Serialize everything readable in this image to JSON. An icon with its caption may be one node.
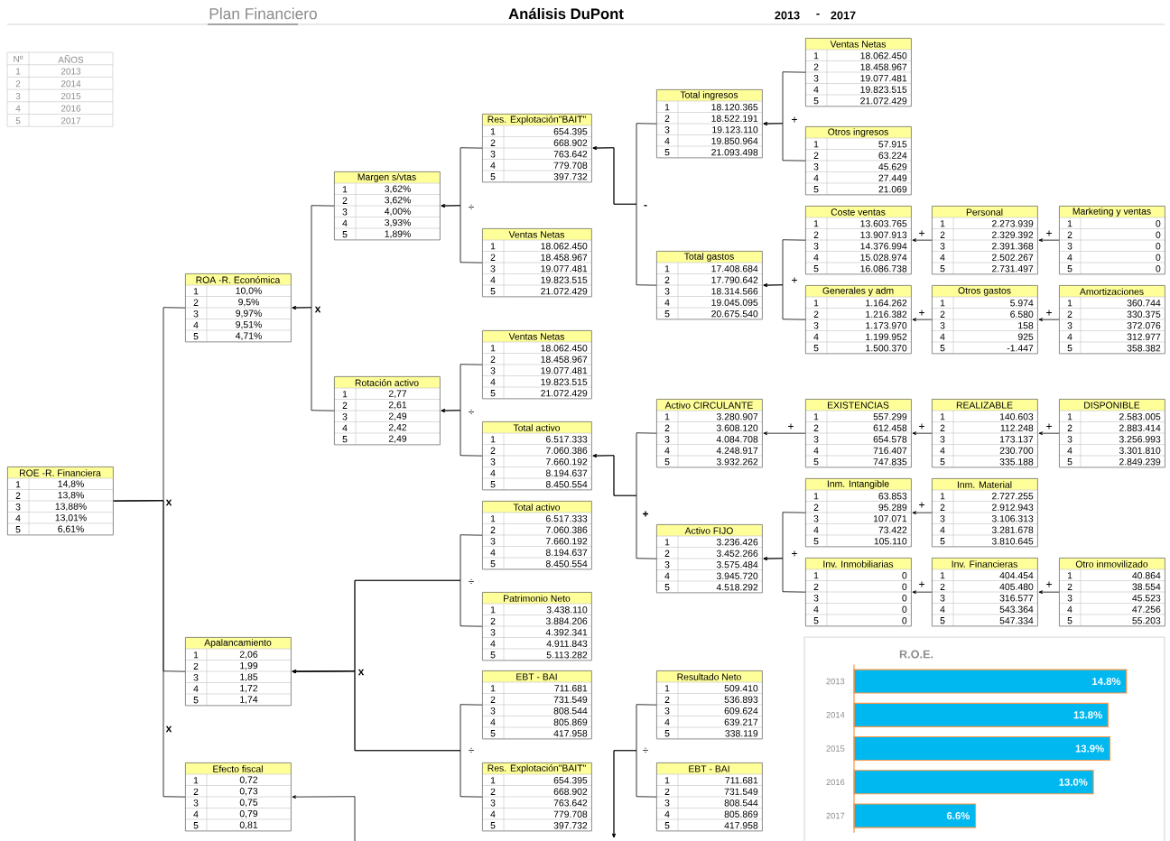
{
  "diagram": {
    "title": "Análisis DuPont",
    "nodes": [
      {
        "text": [
          "ROE -R. Financiera",
          "1",
          "14,8%",
          "2",
          "13,8%",
          "3",
          "13,88%",
          "4",
          "13,01%",
          "5",
          "6,61%"
        ]
      },
      {
        "text": [
          "ROA -R. Económica",
          "1",
          "10,0%",
          "2",
          "9,5%",
          "3",
          "9,97%",
          "4",
          "9,51%",
          "5",
          "4,71%"
        ]
      },
      {
        "text": [
          "Apalancamiento",
          "1",
          "2,06",
          "2",
          "1,99",
          "3",
          "1,85",
          "4",
          "1,72",
          "5",
          "1,74"
        ]
      },
      {
        "text": [
          "Efecto fiscal",
          "1",
          "0,72",
          "2",
          "0,73",
          "3",
          "0,75",
          "4",
          "0,79",
          "5",
          "0,81"
        ]
      },
      {
        "text": [
          "Margen s/vtas",
          "1",
          "3,62%",
          "2",
          "3,62%",
          "3",
          "4,00%",
          "4",
          "3,93%",
          "5",
          "1,89%"
        ]
      },
      {
        "text": [
          "Rotación activo",
          "1",
          "2,77",
          "2",
          "2,61",
          "3",
          "2,49",
          "4",
          "2,42",
          "5",
          "2,49"
        ]
      },
      {
        "text": [
          "Res. Explotación\"BAIT\"",
          "1",
          "654.395",
          "2",
          "668.902",
          "3",
          "763.642",
          "4",
          "779.708",
          "5",
          "397.732"
        ]
      },
      {
        "text": [
          "Ventas Netas",
          "1",
          "18.062.450",
          "2",
          "18.458.967",
          "3",
          "19.077.481",
          "4",
          "19.823.515",
          "5",
          "21.072.429"
        ]
      },
      {
        "text": [
          "Ventas Netas",
          "1",
          "18.062.450",
          "2",
          "18.458.967",
          "3",
          "19.077.481",
          "4",
          "19.823.515",
          "5",
          "21.072.429"
        ]
      },
      {
        "text": [
          "Total activo",
          "1",
          "6.517.333",
          "2",
          "7.060.386",
          "3",
          "7.660.192",
          "4",
          "8.194.637",
          "5",
          "8.450.554"
        ]
      },
      {
        "text": [
          "Total activo",
          "1",
          "6.517.333",
          "2",
          "7.060.386",
          "3",
          "7.660.192",
          "4",
          "8.194.637",
          "5",
          "8.450.554"
        ]
      },
      {
        "text": [
          "Patrimonio Neto",
          "1",
          "3.438.110",
          "2",
          "3.884.206",
          "3",
          "4.392.341",
          "4",
          "4.911.843",
          "5",
          "5.113.282"
        ]
      },
      {
        "text": [
          "EBT - BAI",
          "1",
          "711.681",
          "2",
          "731.549",
          "3",
          "808.544",
          "4",
          "805.869",
          "5",
          "417.958"
        ]
      },
      {
        "text": [
          "Res. Explotación\"BAIT\"",
          "1",
          "654.395",
          "2",
          "668.902",
          "3",
          "763.642",
          "4",
          "779.708",
          "5",
          "397.732"
        ]
      },
      {
        "text": [
          "Total ingresos",
          "1",
          "18.120.365",
          "2",
          "18.522.191",
          "3",
          "19.123.110",
          "4",
          "19.850.964",
          "5",
          "21.093.498"
        ]
      },
      {
        "text": [
          "Total gastos",
          "1",
          "17.408.684",
          "2",
          "17.790.642",
          "3",
          "18.314.566",
          "4",
          "19.045.095",
          "5",
          "20.675.540"
        ]
      },
      {
        "text": [
          "Activo CIRCULANTE",
          "1",
          "3.280.907",
          "2",
          "3.608.120",
          "3",
          "4.084.708",
          "4",
          "4.248.917",
          "5",
          "3.932.262"
        ]
      },
      {
        "text": [
          "Activo FIJO",
          "1",
          "3.236.426",
          "2",
          "3.452.266",
          "3",
          "3.575.484",
          "4",
          "3.945.720",
          "5",
          "4.518.292"
        ]
      },
      {
        "text": [
          "Resultado Neto",
          "1",
          "509.410",
          "2",
          "536.893",
          "3",
          "609.624",
          "4",
          "639.217",
          "5",
          "338.119"
        ]
      },
      {
        "text": [
          "EBT - BAI",
          "1",
          "711.681",
          "2",
          "731.549",
          "3",
          "808.544",
          "4",
          "805.869",
          "5",
          "417.958"
        ]
      },
      {
        "text": [
          "Ventas Netas",
          "1",
          "18.062.450",
          "2",
          "18.458.967",
          "3",
          "19.077.481",
          "4",
          "19.823.515",
          "5",
          "21.072.429"
        ]
      },
      {
        "text": [
          "Otros ingresos",
          "1",
          "57.915",
          "2",
          "63.224",
          "3",
          "45.629",
          "4",
          "27.449",
          "5",
          "21.069"
        ]
      },
      {
        "text": [
          "Coste ventas",
          "1",
          "13.603.765",
          "2",
          "13.907.913",
          "3",
          "14.376.994",
          "4",
          "15.028.974",
          "5",
          "16.086.738"
        ]
      },
      {
        "text": [
          "Generales y adm",
          "1",
          "1.164.262",
          "2",
          "1.216.382",
          "3",
          "1.173.970",
          "4",
          "1.199.952",
          "5",
          "1.500.370"
        ]
      },
      {
        "text": [
          "EXISTENCIAS",
          "1",
          "557.299",
          "2",
          "612.458",
          "3",
          "654.578",
          "4",
          "716.407",
          "5",
          "747.835"
        ]
      },
      {
        "text": [
          "Inm. Intangible",
          "1",
          "63.853",
          "2",
          "95.289",
          "3",
          "107.071",
          "4",
          "73.422",
          "5",
          "105.110"
        ]
      },
      {
        "text": [
          "Inv. Inmobiliarias",
          "1",
          "0",
          "2",
          "0",
          "3",
          "0",
          "4",
          "0",
          "5",
          "0"
        ]
      },
      {
        "text": [
          "Personal",
          "1",
          "2.273.939",
          "2",
          "2.329.392",
          "3",
          "2.391.368",
          "4",
          "2.502.267",
          "5",
          "2.731.497"
        ]
      },
      {
        "text": [
          "Otros gastos",
          "1",
          "5.974",
          "2",
          "6.580",
          "3",
          "158",
          "4",
          "925",
          "5",
          "-1.447"
        ]
      },
      {
        "text": [
          "REALIZABLE",
          "1",
          "140.603",
          "2",
          "112.248",
          "3",
          "173.137",
          "4",
          "230.700",
          "5",
          "335.188"
        ]
      },
      {
        "text": [
          "Inm. Material",
          "1",
          "2.727.255",
          "2",
          "2.912.943",
          "3",
          "3.106.313",
          "4",
          "3.281.678",
          "5",
          "3.810.645"
        ]
      },
      {
        "text": [
          "Inv. Financieras",
          "1",
          "404.454",
          "2",
          "405.480",
          "3",
          "316.577",
          "4",
          "543.364",
          "5",
          "547.334"
        ]
      },
      {
        "text": [
          "Marketing y ventas",
          "1",
          "0",
          "2",
          "0",
          "3",
          "0",
          "4",
          "0",
          "5",
          "0"
        ]
      },
      {
        "text": [
          "Amortizaciones",
          "1",
          "360.744",
          "2",
          "330.375",
          "3",
          "372.076",
          "4",
          "312.977",
          "5",
          "358.382"
        ]
      },
      {
        "text": [
          "DISPONIBLE",
          "1",
          "2.583.005",
          "2",
          "2.883.414",
          "3",
          "3.256.993",
          "4",
          "3.301.810",
          "5",
          "2.849.239"
        ]
      },
      {
        "text": [
          "Otro inmovilizado",
          "1",
          "40.864",
          "2",
          "38.554",
          "3",
          "45.523",
          "4",
          "47.256",
          "5",
          "55.203"
        ]
      }
    ],
    "edges": [
      {
        "from": 1,
        "to": 0,
        "arrow": "none"
      },
      {
        "from": 2,
        "to": 0,
        "arrow": "none"
      },
      {
        "from": 3,
        "to": 0,
        "arrow": "none"
      },
      {
        "from": 4,
        "to": 1,
        "arrow": "to"
      },
      {
        "from": 5,
        "to": 1,
        "arrow": "to"
      },
      {
        "from": 6,
        "to": 4,
        "arrow": "to"
      },
      {
        "from": 7,
        "to": 4,
        "arrow": "to"
      },
      {
        "from": 8,
        "to": 5,
        "arrow": "to"
      },
      {
        "from": 9,
        "to": 5,
        "arrow": "to"
      },
      {
        "from": 14,
        "to": 6,
        "arrow": "to"
      },
      {
        "from": 15,
        "to": 6,
        "arrow": "to"
      },
      {
        "from": 20,
        "to": 14,
        "arrow": "to"
      },
      {
        "from": 21,
        "to": 14,
        "arrow": "to"
      },
      {
        "from": 22,
        "to": 15,
        "arrow": "to"
      },
      {
        "from": 23,
        "to": 15,
        "arrow": "to"
      },
      {
        "from": 27,
        "to": 22,
        "arrow": "to"
      },
      {
        "from": 32,
        "to": 27,
        "arrow": "to"
      },
      {
        "from": 28,
        "to": 23,
        "arrow": "to"
      },
      {
        "from": 33,
        "to": 28,
        "arrow": "to"
      },
      {
        "from": 16,
        "to": 9,
        "arrow": "to"
      },
      {
        "from": 17,
        "to": 9,
        "arrow": "to"
      },
      {
        "from": 24,
        "to": 16,
        "arrow": "to"
      },
      {
        "from": 29,
        "to": 24,
        "arrow": "to"
      },
      {
        "from": 34,
        "to": 29,
        "arrow": "to"
      },
      {
        "from": 25,
        "to": 17,
        "arrow": "to"
      },
      {
        "from": 26,
        "to": 17,
        "arrow": "to"
      },
      {
        "from": 30,
        "to": 25,
        "arrow": "to"
      },
      {
        "from": 31,
        "to": 26,
        "arrow": "to"
      },
      {
        "from": 35,
        "to": 31,
        "arrow": "to"
      },
      {
        "from": 10,
        "to": 2,
        "arrow": "to"
      },
      {
        "from": 11,
        "to": 2,
        "arrow": "to"
      },
      {
        "from": 12,
        "to": 2,
        "arrow": "to"
      },
      {
        "from": 13,
        "to": 2,
        "arrow": "to"
      },
      {
        "from": 18,
        "to": null,
        "arrow": "to"
      },
      {
        "from": 19,
        "to": null,
        "arrow": "to"
      },
      {
        "from": null,
        "to": 3,
        "arrow": "to"
      }
    ],
    "labels": [
      "Plan Financiero",
      "2013",
      "-",
      "2017",
      "Nº",
      "AÑOS",
      "1",
      "2013",
      "2",
      "2014",
      "3",
      "2015",
      "4",
      "2016",
      "5",
      "2017",
      "+",
      "-",
      "÷",
      "+",
      "+",
      "+",
      "x",
      "+",
      "+",
      "÷",
      "+",
      "+",
      "+",
      "x",
      "+",
      "+",
      "+",
      "÷",
      "+",
      "+",
      "x",
      "x",
      "÷",
      "÷"
    ],
    "chart_data": {
      "type": "bar",
      "orientation": "horizontal",
      "title": "R.O.E.",
      "categories": [
        "2013",
        "2014",
        "2015",
        "2016",
        "2017"
      ],
      "values": [
        14.8,
        13.8,
        13.9,
        13.0,
        6.6
      ],
      "value_labels": [
        "14.8%",
        "13.8%",
        "13.9%",
        "13.0%",
        "6.6%"
      ]
    }
  }
}
